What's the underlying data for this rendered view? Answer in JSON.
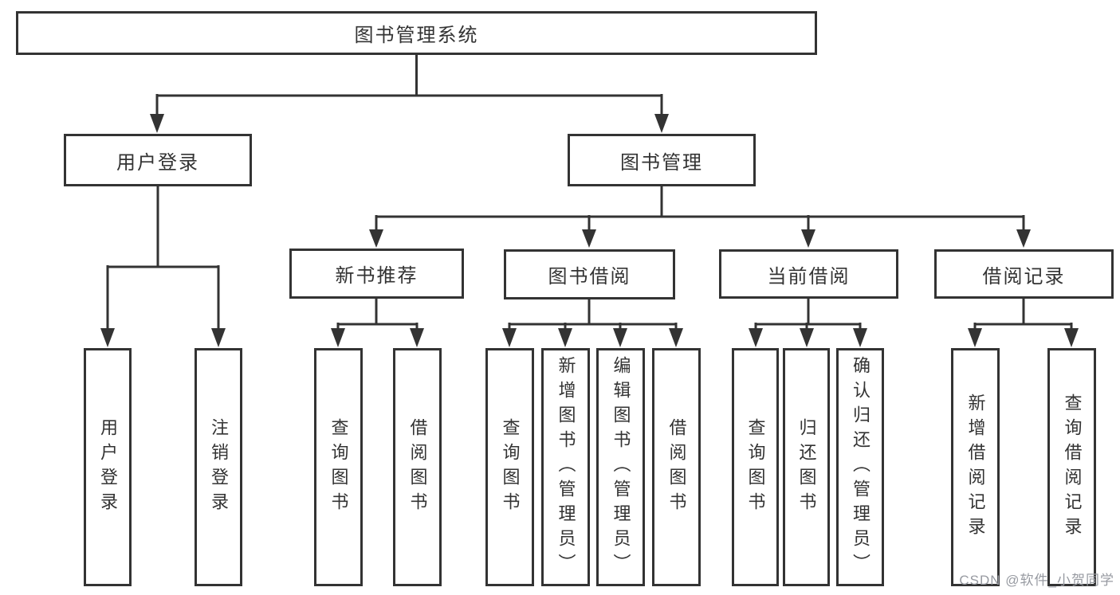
{
  "tree": {
    "label": "图书管理系统",
    "children": [
      {
        "label": "用户登录",
        "children": [
          {
            "label": "用户登录"
          },
          {
            "label": "注销登录"
          }
        ]
      },
      {
        "label": "图书管理",
        "children": [
          {
            "label": "新书推荐",
            "children": [
              {
                "label": "查询图书"
              },
              {
                "label": "借阅图书"
              }
            ]
          },
          {
            "label": "图书借阅",
            "children": [
              {
                "label": "查询图书"
              },
              {
                "label": "新增图书（管理员）"
              },
              {
                "label": "编辑图书（管理员）"
              },
              {
                "label": "借阅图书"
              }
            ]
          },
          {
            "label": "当前借阅",
            "children": [
              {
                "label": "查询图书"
              },
              {
                "label": "归还图书"
              },
              {
                "label": "确认归还（管理员）"
              }
            ]
          },
          {
            "label": "借阅记录",
            "children": [
              {
                "label": "新增借阅记录"
              },
              {
                "label": "查询借阅记录"
              }
            ]
          }
        ]
      }
    ]
  },
  "watermark": "CSDN @软件_小贺同学",
  "colors": {
    "line": "#333333",
    "text": "#333333",
    "box-bg": "#ffffff",
    "page-bg": "#ffffff",
    "watermark": "#979aa1"
  }
}
